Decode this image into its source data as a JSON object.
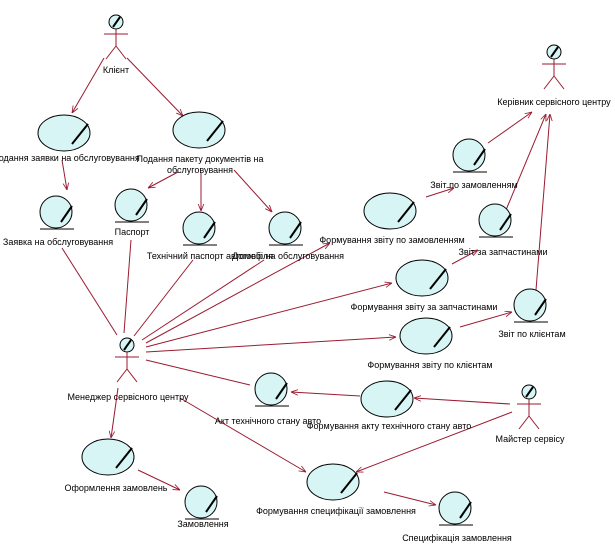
{
  "actors": {
    "client": "Клієнт",
    "head": "Керівник сервісного центру",
    "manager": "Менеджер сервісного центру",
    "master": "Майстер сервісу"
  },
  "usecases": {
    "submit_request": "Подання заявки на обслуговування",
    "submit_docs_line1": "Подання пакету документів на",
    "submit_docs_line2": "обслуговування",
    "form_orders_report": "Формування звіту по замовленням",
    "form_parts_report": "Формування звіту за запчастинами",
    "form_clients_report": "Формування звіту по клієнтам",
    "form_condition_act": "Формування акту технічного стану авто",
    "place_order": "Оформлення замовлень",
    "form_spec": "Формування специфікації замовлення"
  },
  "entities": {
    "request": "Заявка на обслуговування",
    "passport": "Паспорт",
    "tech_passport": "Технічний паспорт автомобіля",
    "contract": "Договір на обслуговування",
    "orders_report": "Звіт по замовленням",
    "parts_report": "Звіт за запчастинами",
    "clients_report": "Звіт по клієнтам",
    "condition_act": "Акт технічного стану авто",
    "order": "Замовлення",
    "spec": "Специфікація замовлення"
  },
  "colors": {
    "fill": "#d7f5f5",
    "line": "#9b1b30"
  }
}
